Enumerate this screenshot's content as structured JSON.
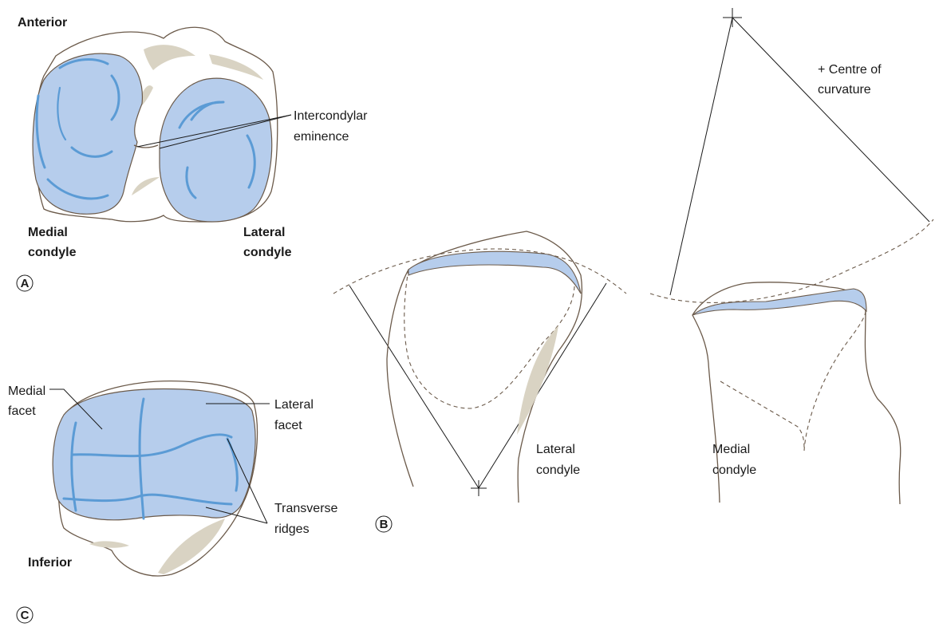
{
  "panel_a": {
    "letter": "A",
    "anterior": "Anterior",
    "medial_condyle": [
      "Medial",
      "condyle"
    ],
    "lateral_condyle": [
      "Lateral",
      "condyle"
    ],
    "eminence": [
      "Intercondylar",
      "eminence"
    ]
  },
  "panel_b": {
    "letter": "B",
    "centre": [
      "+ Centre of",
      "curvature"
    ],
    "lateral_condyle": [
      "Lateral",
      "condyle"
    ],
    "medial_condyle": [
      "Medial",
      "condyle"
    ]
  },
  "panel_c": {
    "letter": "C",
    "medial_facet": [
      "Medial",
      "facet"
    ],
    "lateral_facet": [
      "Lateral",
      "facet"
    ],
    "transverse_ridges": [
      "Transverse",
      "ridges"
    ],
    "inferior": "Inferior"
  },
  "colors": {
    "cartilage": "#b6cdec",
    "ridge": "#5b9bd5",
    "bone_outline": "#6b5a4a",
    "bone_tan": "#d9d3c3"
  }
}
